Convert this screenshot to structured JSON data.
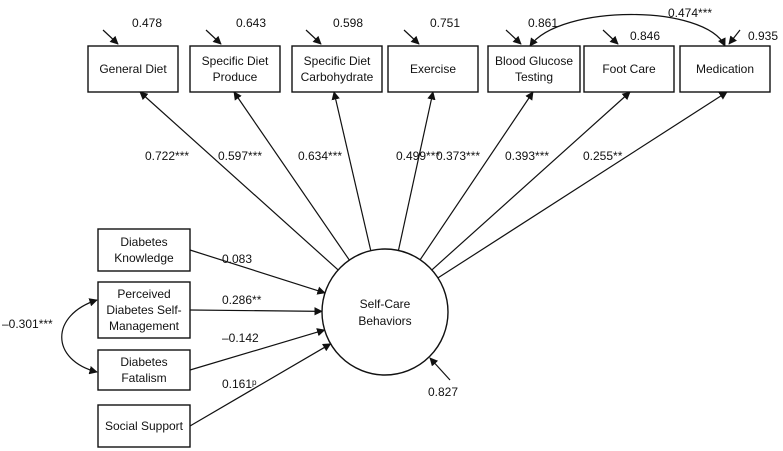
{
  "indicators": [
    {
      "id": "general_diet",
      "lines": [
        "General Diet"
      ],
      "residual": "0.478",
      "loading": "0.722***"
    },
    {
      "id": "diet_produce",
      "lines": [
        "Specific Diet",
        "Produce"
      ],
      "residual": "0.643",
      "loading": "0.597***"
    },
    {
      "id": "diet_carb",
      "lines": [
        "Specific Diet",
        "Carbohydrate"
      ],
      "residual": "0.598",
      "loading": "0.634***"
    },
    {
      "id": "exercise",
      "lines": [
        "Exercise"
      ],
      "residual": "0.751",
      "loading": "0.499***"
    },
    {
      "id": "glucose",
      "lines": [
        "Blood Glucose",
        "Testing"
      ],
      "residual": "0.861",
      "loading": "0.373***"
    },
    {
      "id": "foot_care",
      "lines": [
        "Foot Care"
      ],
      "residual": "0.846",
      "loading": "0.393***"
    },
    {
      "id": "medication",
      "lines": [
        "Medication"
      ],
      "residual": "0.935",
      "loading": "0.255**"
    }
  ],
  "predictors": [
    {
      "id": "knowledge",
      "lines": [
        "Diabetes",
        "Knowledge"
      ],
      "coef": "0.083"
    },
    {
      "id": "self_mgmt",
      "lines": [
        "Perceived",
        "Diabetes Self-",
        "Management"
      ],
      "coef": "0.286**"
    },
    {
      "id": "fatalism",
      "lines": [
        "Diabetes",
        "Fatalism"
      ],
      "coef": "–0.142"
    },
    {
      "id": "support",
      "lines": [
        "Social Support"
      ],
      "coef": "0.161ᵖ"
    }
  ],
  "latent": {
    "lines": [
      "Self-Care",
      "Behaviors"
    ],
    "residual": "0.827"
  },
  "covariances": {
    "glucose_medication": "0.474***",
    "selfmgmt_fatalism": "–0.301***"
  }
}
